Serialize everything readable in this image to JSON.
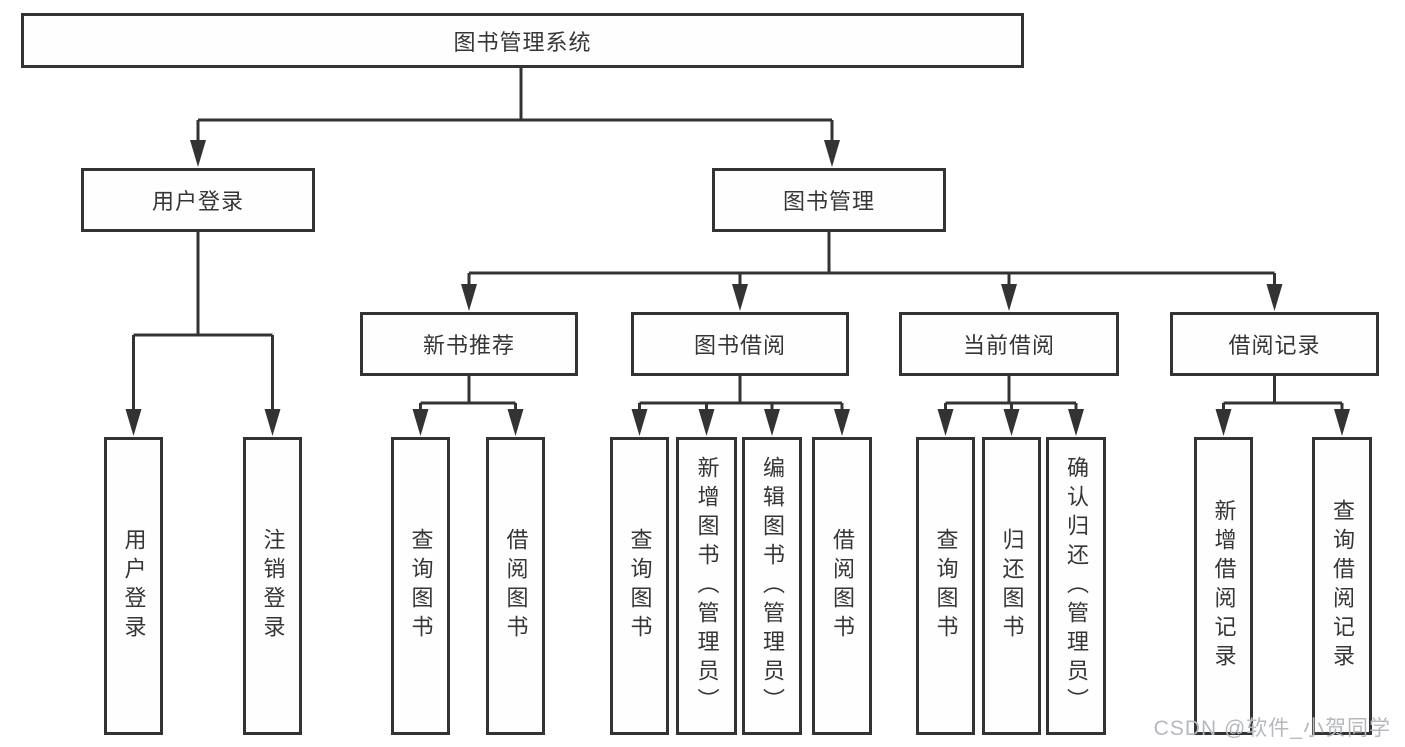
{
  "root": {
    "label": "图书管理系统"
  },
  "branches": [
    {
      "label": "用户登录",
      "children": [
        {
          "label": "用户登录"
        },
        {
          "label": "注销登录"
        }
      ]
    },
    {
      "label": "图书管理",
      "sections": [
        {
          "label": "新书推荐",
          "children": [
            {
              "label": "查询图书"
            },
            {
              "label": "借阅图书"
            }
          ]
        },
        {
          "label": "图书借阅",
          "children": [
            {
              "label": "查询图书"
            },
            {
              "label": "新增图书（管理员）"
            },
            {
              "label": "编辑图书（管理员）"
            },
            {
              "label": "借阅图书"
            }
          ]
        },
        {
          "label": "当前借阅",
          "children": [
            {
              "label": "查询图书"
            },
            {
              "label": "归还图书"
            },
            {
              "label": "确认归还（管理员）"
            }
          ]
        },
        {
          "label": "借阅记录",
          "children": [
            {
              "label": "新增借阅记录"
            },
            {
              "label": "查询借阅记录"
            }
          ]
        }
      ]
    }
  ],
  "watermark": {
    "text": "CSDN @软件_小贺同学"
  },
  "colors": {
    "line": "#333333",
    "text": "#363636",
    "watermark": "#b5b9bd",
    "background": "#ffffff"
  }
}
